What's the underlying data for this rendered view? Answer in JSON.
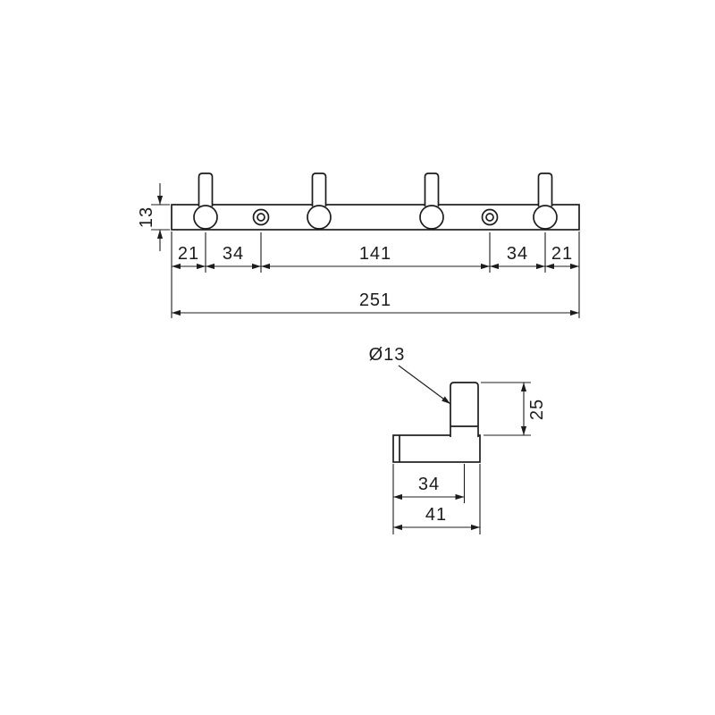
{
  "top_view": {
    "bar_height": "13",
    "segments": [
      "21",
      "34",
      "141",
      "34",
      "21"
    ],
    "total_length": "251"
  },
  "side_view": {
    "diameter_label": "Ø13",
    "hook_height": "25",
    "hook_offset": "34",
    "base_depth": "41"
  }
}
